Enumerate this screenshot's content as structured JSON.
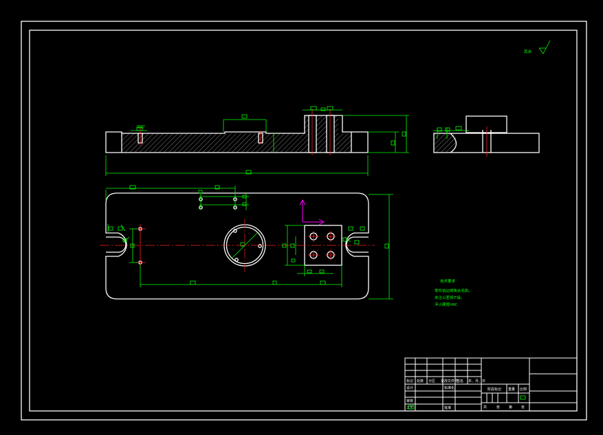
{
  "drawing": {
    "surface_mark": "其余",
    "tech_notes": {
      "title": "技术要求",
      "lines": [
        "零件锐边倒角去毛刺。",
        "未注公差按IT级。",
        "淬火硬度HRC"
      ]
    },
    "title_block": {
      "row_labels": [
        "标记",
        "处数",
        "分区",
        "更改文件号",
        "签名",
        "年、月、日"
      ],
      "design_label": "设计",
      "standard_label": "标准化",
      "stage_label": "阶段标记",
      "weight_label": "重量",
      "scale_label": "比例",
      "audit_label": "审核",
      "process_label": "工艺",
      "approve_label": "批准",
      "sheet_labels": [
        "共",
        "张",
        "第",
        "张"
      ]
    },
    "colors": {
      "outline": "#ffffff",
      "dimension": "#00ff00",
      "centerline": "#ff2020",
      "ucs": "#ff00ff",
      "background": "#000000"
    }
  }
}
